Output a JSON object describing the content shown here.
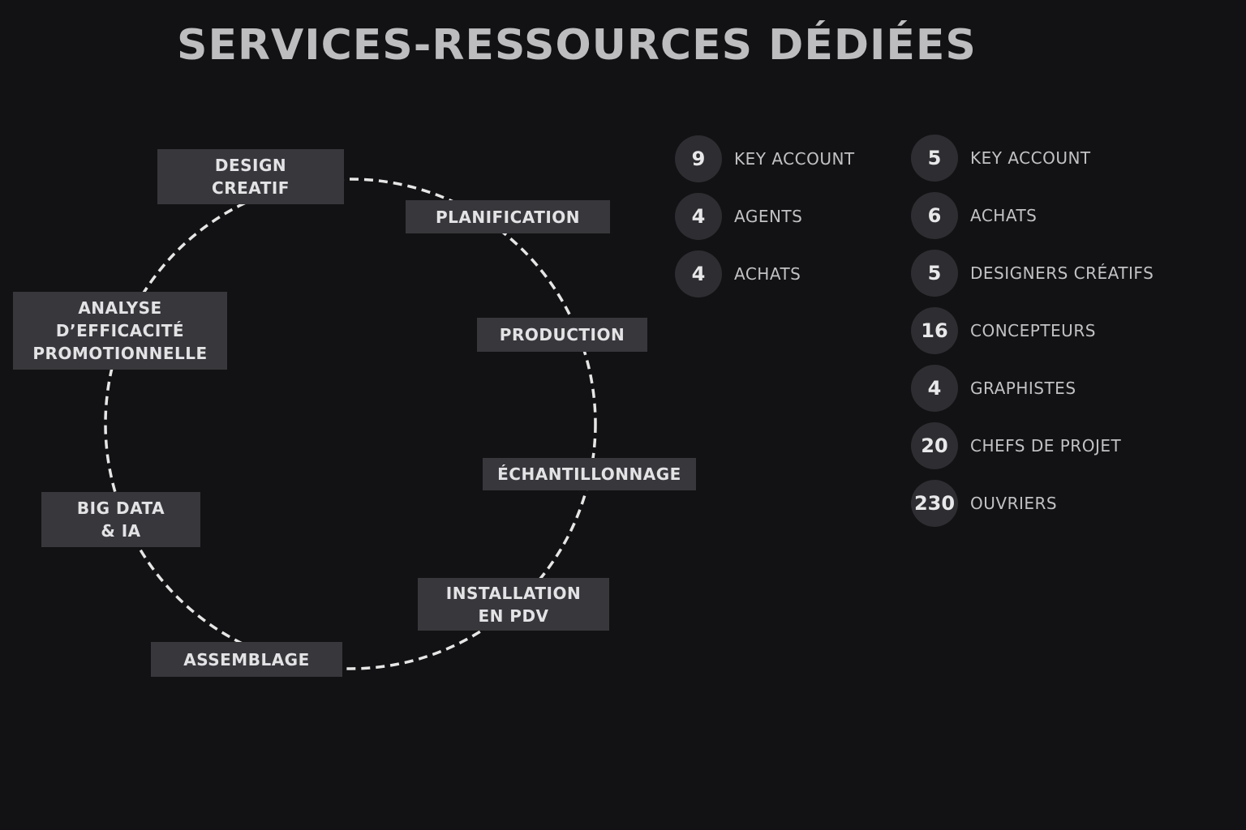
{
  "title": "SERVICES-RESSOURCES DÉDIÉES",
  "cycle": [
    {
      "id": "design",
      "label": "DESIGN\nCREATIF"
    },
    {
      "id": "planification",
      "label": "PLANIFICATION"
    },
    {
      "id": "production",
      "label": "PRODUCTION"
    },
    {
      "id": "echantillonnage",
      "label": "ÉCHANTILLONNAGE"
    },
    {
      "id": "installation",
      "label": "INSTALLATION\nEN PDV"
    },
    {
      "id": "assemblage",
      "label": "ASSEMBLAGE"
    },
    {
      "id": "bigdata",
      "label": "BIG DATA\n& IA"
    },
    {
      "id": "analyse",
      "label": "ANALYSE\nD’EFFICACITÉ\nPROMOTIONNELLE"
    }
  ],
  "stats_left": [
    {
      "count": "9",
      "label": "KEY ACCOUNT"
    },
    {
      "count": "4",
      "label": "AGENTS"
    },
    {
      "count": "4",
      "label": "ACHATS"
    }
  ],
  "stats_right": [
    {
      "count": "5",
      "label": "KEY ACCOUNT"
    },
    {
      "count": "6",
      "label": "ACHATS"
    },
    {
      "count": "5",
      "label": "DESIGNERS CRÉATIFS"
    },
    {
      "count": "16",
      "label": "CONCEPTEURS"
    },
    {
      "count": "4",
      "label": "GRAPHISTES"
    },
    {
      "count": "20",
      "label": "CHEFS DE PROJET"
    },
    {
      "count": "230",
      "label": "OUVRIERS"
    }
  ]
}
